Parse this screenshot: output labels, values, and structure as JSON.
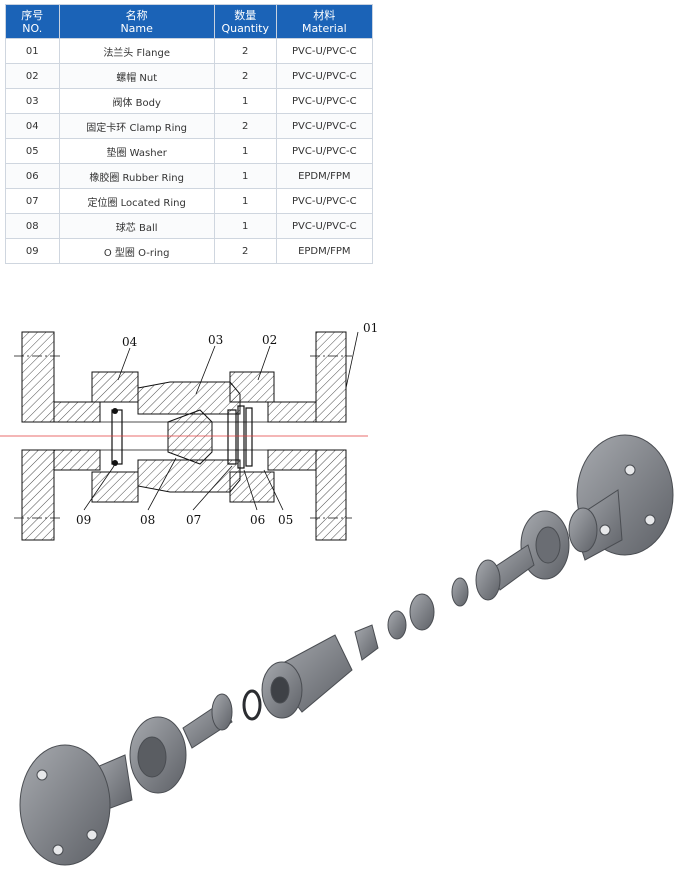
{
  "table": {
    "headers": [
      {
        "cn": "序号",
        "en": "NO."
      },
      {
        "cn": "名称",
        "en": "Name"
      },
      {
        "cn": "数量",
        "en": "Quantity"
      },
      {
        "cn": "材料",
        "en": "Material"
      }
    ],
    "rows": [
      {
        "no": "01",
        "name": "法兰头 Flange",
        "qty": "2",
        "material": "PVC-U/PVC-C"
      },
      {
        "no": "02",
        "name": "螺帽 Nut",
        "qty": "2",
        "material": "PVC-U/PVC-C"
      },
      {
        "no": "03",
        "name": "阀体 Body",
        "qty": "1",
        "material": "PVC-U/PVC-C"
      },
      {
        "no": "04",
        "name": "固定卡环 Clamp Ring",
        "qty": "2",
        "material": "PVC-U/PVC-C"
      },
      {
        "no": "05",
        "name": "垫圈 Washer",
        "qty": "1",
        "material": "PVC-U/PVC-C"
      },
      {
        "no": "06",
        "name": "橡胶圈 Rubber Ring",
        "qty": "1",
        "material": "EPDM/FPM"
      },
      {
        "no": "07",
        "name": "定位圈 Located Ring",
        "qty": "1",
        "material": "PVC-U/PVC-C"
      },
      {
        "no": "08",
        "name": "球芯 Ball",
        "qty": "1",
        "material": "PVC-U/PVC-C"
      },
      {
        "no": "09",
        "name": "O 型圈 O-ring",
        "qty": "2",
        "material": "EPDM/FPM"
      }
    ]
  },
  "callouts": {
    "c01": "01",
    "c02": "02",
    "c03": "03",
    "c04": "04",
    "c05": "05",
    "c06": "06",
    "c07": "07",
    "c08": "08",
    "c09": "09"
  },
  "colors": {
    "header_bg": "#1b63b7",
    "part_gray": "#7d8085",
    "centerline": "#e03c3c"
  }
}
